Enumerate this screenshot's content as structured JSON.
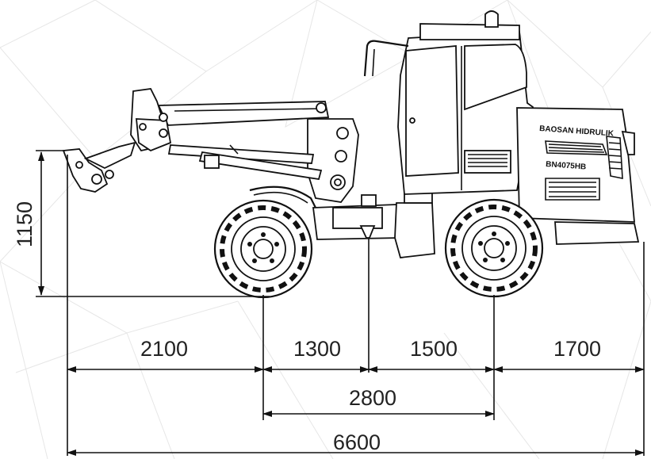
{
  "dimensions": {
    "height_label": "1150",
    "segments": [
      "2100",
      "1300",
      "1500",
      "1700"
    ],
    "wheelbase": "2800",
    "overall_length": "6600"
  },
  "machine_markings": {
    "brand": "BAOSAN HIDRULIK",
    "model": "BN4075HB"
  }
}
